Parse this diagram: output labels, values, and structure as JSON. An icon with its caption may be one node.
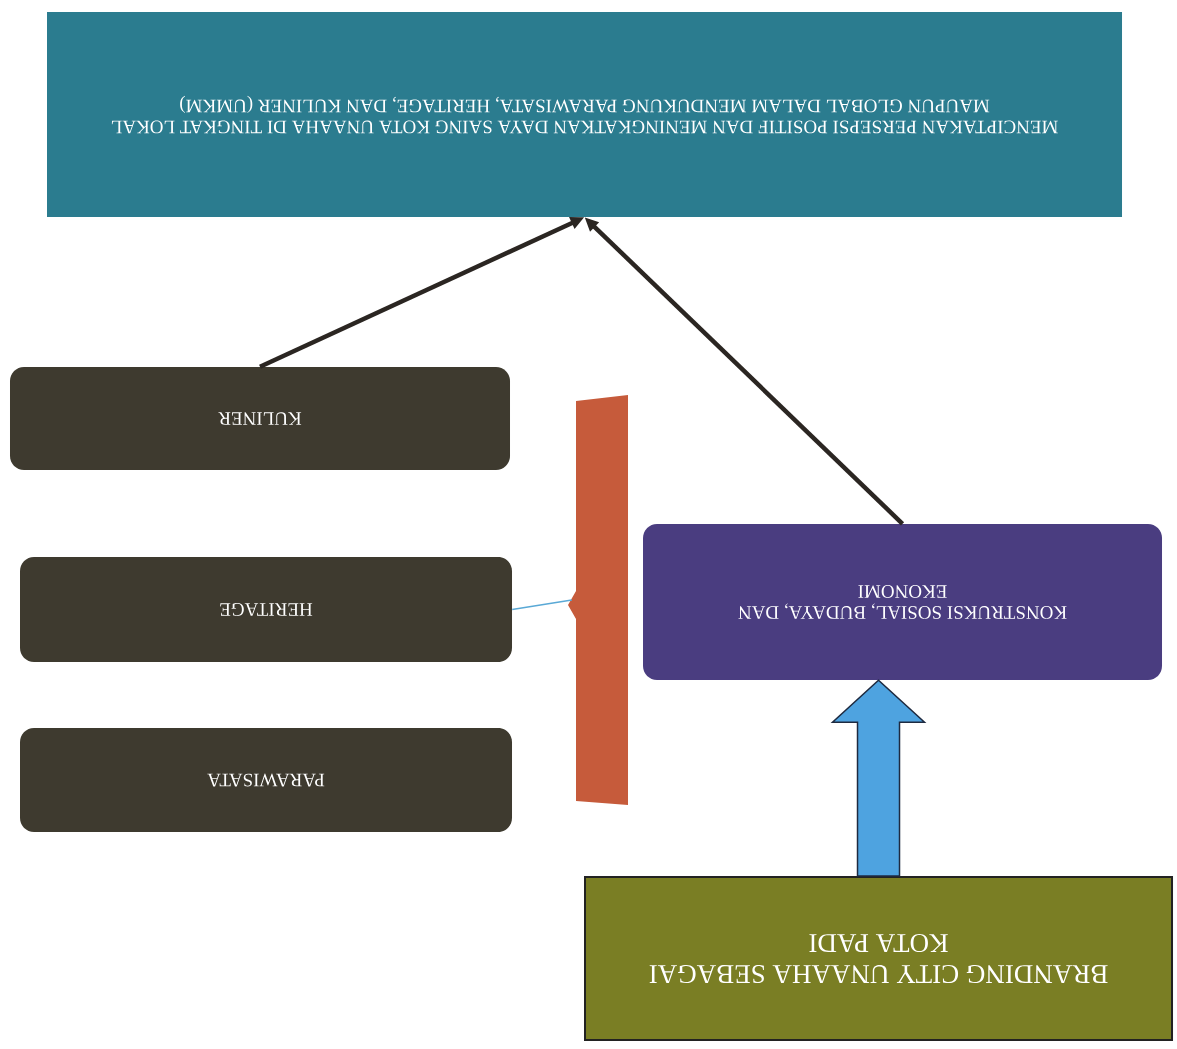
{
  "diagram": {
    "nodes": [
      {
        "text": [
          "MENCIPTAKAN PERSEPSI POSITIF DAN MENINGKATKAN DAYA SAING KOTA UNAAHA DI TINGKAT LOKAL MAUPUN GLOBAL DALAM MENDUKUNG PARAWISATA, HERITAGE, DAN KULINER (UMKM)"
        ]
      },
      {
        "text": [
          "KULINER"
        ]
      },
      {
        "text": [
          "KONSTRUKSI SOSIAL, BUDAYA, DAN EKONOMI"
        ]
      },
      {
        "text": [],
        "shape": "bar"
      },
      {
        "text": [
          "HERITAGE"
        ]
      },
      {
        "text": [
          "PARAWISATA"
        ]
      },
      {
        "text": [
          "BRANDING CITY UNAAHA SEBAGAI KOTA PADI"
        ]
      }
    ],
    "edges": [
      {
        "from": 1,
        "to": 0,
        "arrow": "to"
      },
      {
        "from": 2,
        "to": 0,
        "arrow": "to"
      },
      {
        "from": 6,
        "to": 2,
        "arrow": "to",
        "style": "thick",
        "color": "#4ea3e0"
      },
      {
        "from": 3,
        "to": 4,
        "arrow": "none",
        "color": "#5aa9d6"
      }
    ]
  }
}
